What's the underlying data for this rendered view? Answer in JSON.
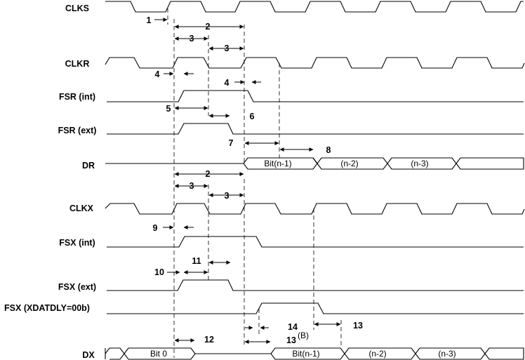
{
  "signals": {
    "clks": "CLKS",
    "clkr": "CLKR",
    "fsr_int": "FSR (int)",
    "fsr_ext": "FSR (ext)",
    "dr": "DR",
    "clkx": "CLKX",
    "fsx_int": "FSX (int)",
    "fsx_ext": "FSX (ext)",
    "fsx_xdatdly": "FSX (XDATDLY=00b)",
    "dx": "DX"
  },
  "bus_labels": {
    "dr": [
      "Bit(n-1)",
      "(n-2)",
      "(n-3)"
    ],
    "dx": [
      "Bit 0",
      "Bit(n-1)",
      "(n-2)",
      "(n-3)"
    ]
  },
  "param_labels": {
    "p1": "1",
    "p2_top": "2",
    "p3_a": "3",
    "p3_b": "3",
    "p4_a": "4",
    "p4_b": "4",
    "p5": "5",
    "p6": "6",
    "p7": "7",
    "p8": "8",
    "p2_mid": "2",
    "p3_c": "3",
    "p3_d": "3",
    "p9": "9",
    "p10": "10",
    "p11": "11",
    "p12": "12",
    "p13_a": "13",
    "p14": "14",
    "p13_b": "13",
    "p13_b_sup": "(B)"
  }
}
